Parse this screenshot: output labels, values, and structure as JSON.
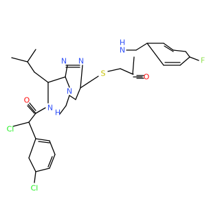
{
  "molecule": {
    "atoms": [
      {
        "label": "N",
        "color": "#3050f8"
      },
      {
        "label": "N",
        "color": "#3050f8"
      },
      {
        "label": "N",
        "color": "#3050f8"
      },
      {
        "label": "S",
        "color": "#c6c200"
      },
      {
        "label": "O",
        "color": "#ff0d0d"
      },
      {
        "label": "H",
        "color": "#3050f8"
      },
      {
        "label": "N",
        "color": "#3050f8"
      },
      {
        "label": "F",
        "color": "#90e050"
      },
      {
        "label": "H",
        "color": "#3050f8"
      },
      {
        "label": "N",
        "color": "#3050f8"
      },
      {
        "label": "O",
        "color": "#ff0d0d"
      },
      {
        "label": "Cl",
        "color": "#1ff01f"
      },
      {
        "label": "Cl",
        "color": "#1ff01f"
      }
    ],
    "bond_color": "#000000"
  }
}
